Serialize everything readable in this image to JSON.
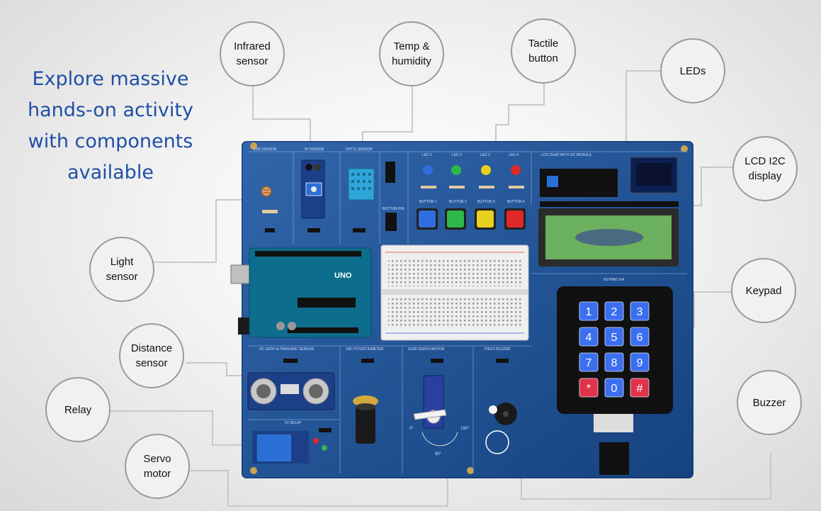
{
  "headline": [
    "Explore massive",
    "hands-on activity",
    "with components",
    "available"
  ],
  "callouts": [
    {
      "id": "infrared",
      "lines": [
        "Infrared",
        "sensor"
      ]
    },
    {
      "id": "temp",
      "lines": [
        "Temp &",
        "humidity"
      ]
    },
    {
      "id": "tactile",
      "lines": [
        "Tactile",
        "button"
      ]
    },
    {
      "id": "leds",
      "lines": [
        "LEDs"
      ]
    },
    {
      "id": "lcd",
      "lines": [
        "LCD I2C",
        "display"
      ]
    },
    {
      "id": "light",
      "lines": [
        "Light",
        "sensor"
      ]
    },
    {
      "id": "keypad",
      "lines": [
        "Keypad"
      ]
    },
    {
      "id": "distance",
      "lines": [
        "Distance",
        "sensor"
      ]
    },
    {
      "id": "relay",
      "lines": [
        "Relay"
      ]
    },
    {
      "id": "buzzer",
      "lines": [
        "Buzzer"
      ]
    },
    {
      "id": "servo",
      "lines": [
        "Servo",
        "motor"
      ]
    }
  ],
  "board": {
    "section_labels": [
      "LDR SENSOR",
      "IR SENSOR",
      "DHT11 SENSOR",
      "LED 1",
      "LED 2",
      "LED 3",
      "LED 4",
      "LCD 16x02 WITH I2C MODULE",
      "BUTTON 1",
      "BUTTON 2",
      "BUTTON 3",
      "BUTTON 4",
      "BUTTON PIN",
      "KEYPAD 3x4",
      "HC-SR04 ULTRASONIC SENSOR",
      "10K POTENTIOMETER",
      "SG90 SERVO MOTOR",
      "PIEZO BUZZER",
      "5V RELAY"
    ],
    "keypad_keys": [
      "1",
      "2",
      "3",
      "4",
      "5",
      "6",
      "7",
      "8",
      "9",
      "*",
      "0",
      "#"
    ],
    "arduino_label": "UNO",
    "servo_angles": [
      "0°",
      "90°",
      "180°"
    ],
    "colors": {
      "board": "#1b4f93",
      "led_blue": "#2f6de1",
      "led_green": "#2fb84a",
      "led_yellow": "#e8d020",
      "led_red": "#e02a2a",
      "headline": "#1f4fa6"
    }
  }
}
